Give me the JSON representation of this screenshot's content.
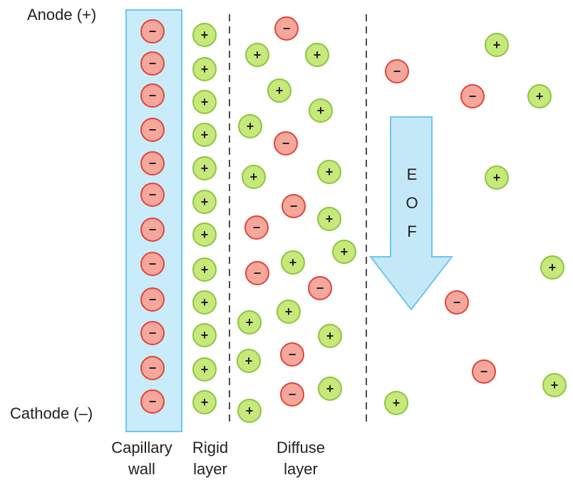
{
  "labels": {
    "anode": "Anode (+)",
    "cathode": "Cathode (–)",
    "capillary_wall": [
      "Capillary",
      "wall"
    ],
    "rigid_layer": [
      "Rigid",
      "layer"
    ],
    "diffuse_layer": [
      "Diffuse",
      "layer"
    ]
  },
  "arrow_letters": [
    "E",
    "O",
    "F"
  ],
  "ion_symbols": {
    "negative": "−",
    "positive": "+"
  },
  "colors": {
    "wall_fill": "#c8ecfa",
    "wall_stroke": "#6cc7ec",
    "negative_ion_fill": "#f4a79a",
    "negative_ion_stroke": "#e0443b",
    "positive_ion_fill": "#c7e87a",
    "positive_ion_stroke": "#8cc540",
    "arrow_fill": "#c4e8f8",
    "arrow_stroke": "#6cc7ec",
    "divider": "#231f20"
  },
  "ion_counts": {
    "capillary_wall_negative": 12,
    "rigid_layer_positive": 12
  }
}
